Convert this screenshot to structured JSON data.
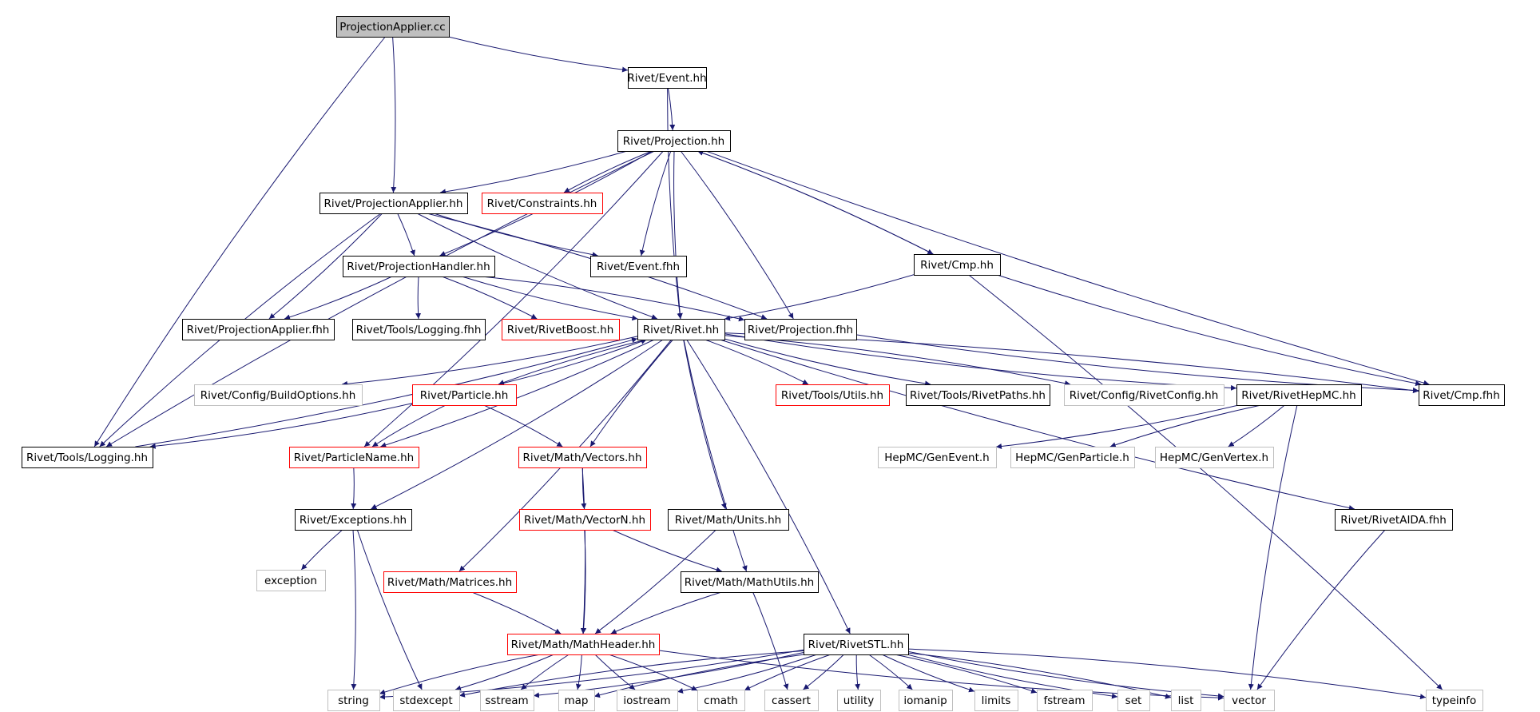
{
  "colors": {
    "edge": "#191970",
    "root_fill": "#bfbfbf",
    "documented_border": "#000000",
    "undocumented_border": "#ff0000",
    "external_border": "#bfbfbf"
  },
  "nodes": [
    {
      "id": "pa_cc",
      "label": "ProjectionApplier.cc",
      "kind": "root"
    },
    {
      "id": "event_hh",
      "label": "Rivet/Event.hh",
      "kind": "doc"
    },
    {
      "id": "projection_hh",
      "label": "Rivet/Projection.hh",
      "kind": "doc"
    },
    {
      "id": "pa_hh",
      "label": "Rivet/ProjectionApplier.hh",
      "kind": "doc"
    },
    {
      "id": "constraints_hh",
      "label": "Rivet/Constraints.hh",
      "kind": "red"
    },
    {
      "id": "ph_hh",
      "label": "Rivet/ProjectionHandler.hh",
      "kind": "doc"
    },
    {
      "id": "event_fhh",
      "label": "Rivet/Event.fhh",
      "kind": "doc"
    },
    {
      "id": "cmp_hh",
      "label": "Rivet/Cmp.hh",
      "kind": "doc"
    },
    {
      "id": "pa_fhh",
      "label": "Rivet/ProjectionApplier.fhh",
      "kind": "doc"
    },
    {
      "id": "logging_fhh",
      "label": "Rivet/Tools/Logging.fhh",
      "kind": "doc"
    },
    {
      "id": "rivetboost",
      "label": "Rivet/RivetBoost.hh",
      "kind": "red"
    },
    {
      "id": "rivet_hh",
      "label": "Rivet/Rivet.hh",
      "kind": "doc"
    },
    {
      "id": "projection_fhh",
      "label": "Rivet/Projection.fhh",
      "kind": "doc"
    },
    {
      "id": "buildoptions",
      "label": "Rivet/Config/BuildOptions.hh",
      "kind": "ext"
    },
    {
      "id": "particle_hh",
      "label": "Rivet/Particle.hh",
      "kind": "red"
    },
    {
      "id": "utils_hh",
      "label": "Rivet/Tools/Utils.hh",
      "kind": "red"
    },
    {
      "id": "rivetpaths",
      "label": "Rivet/Tools/RivetPaths.hh",
      "kind": "doc"
    },
    {
      "id": "rivetconfig",
      "label": "Rivet/Config/RivetConfig.hh",
      "kind": "ext"
    },
    {
      "id": "rivethepmc",
      "label": "Rivet/RivetHepMC.hh",
      "kind": "doc"
    },
    {
      "id": "cmp_fhh",
      "label": "Rivet/Cmp.fhh",
      "kind": "doc"
    },
    {
      "id": "logging_hh",
      "label": "Rivet/Tools/Logging.hh",
      "kind": "doc"
    },
    {
      "id": "particlename",
      "label": "Rivet/ParticleName.hh",
      "kind": "red"
    },
    {
      "id": "vectors_hh",
      "label": "Rivet/Math/Vectors.hh",
      "kind": "red"
    },
    {
      "id": "genevent",
      "label": "HepMC/GenEvent.h",
      "kind": "ext"
    },
    {
      "id": "genparticle",
      "label": "HepMC/GenParticle.h",
      "kind": "ext"
    },
    {
      "id": "genvertex",
      "label": "HepMC/GenVertex.h",
      "kind": "ext"
    },
    {
      "id": "exceptions",
      "label": "Rivet/Exceptions.hh",
      "kind": "doc"
    },
    {
      "id": "vectorn",
      "label": "Rivet/Math/VectorN.hh",
      "kind": "red"
    },
    {
      "id": "units_hh",
      "label": "Rivet/Math/Units.hh",
      "kind": "doc"
    },
    {
      "id": "rivetaida",
      "label": "Rivet/RivetAIDA.fhh",
      "kind": "doc"
    },
    {
      "id": "exception",
      "label": "exception",
      "kind": "ext"
    },
    {
      "id": "matrices",
      "label": "Rivet/Math/Matrices.hh",
      "kind": "red"
    },
    {
      "id": "mathutils",
      "label": "Rivet/Math/MathUtils.hh",
      "kind": "doc"
    },
    {
      "id": "mathheader",
      "label": "Rivet/Math/MathHeader.hh",
      "kind": "red"
    },
    {
      "id": "rivetstl",
      "label": "Rivet/RivetSTL.hh",
      "kind": "doc"
    },
    {
      "id": "string",
      "label": "string",
      "kind": "ext"
    },
    {
      "id": "stdexcept",
      "label": "stdexcept",
      "kind": "ext"
    },
    {
      "id": "sstream",
      "label": "sstream",
      "kind": "ext"
    },
    {
      "id": "map",
      "label": "map",
      "kind": "ext"
    },
    {
      "id": "iostream",
      "label": "iostream",
      "kind": "ext"
    },
    {
      "id": "cmath",
      "label": "cmath",
      "kind": "ext"
    },
    {
      "id": "cassert",
      "label": "cassert",
      "kind": "ext"
    },
    {
      "id": "utility",
      "label": "utility",
      "kind": "ext"
    },
    {
      "id": "iomanip",
      "label": "iomanip",
      "kind": "ext"
    },
    {
      "id": "limits",
      "label": "limits",
      "kind": "ext"
    },
    {
      "id": "fstream",
      "label": "fstream",
      "kind": "ext"
    },
    {
      "id": "set",
      "label": "set",
      "kind": "ext"
    },
    {
      "id": "list",
      "label": "list",
      "kind": "ext"
    },
    {
      "id": "vector",
      "label": "vector",
      "kind": "ext"
    },
    {
      "id": "typeinfo",
      "label": "typeinfo",
      "kind": "ext"
    }
  ],
  "edges": [
    [
      "pa_cc",
      "event_hh"
    ],
    [
      "pa_cc",
      "pa_hh"
    ],
    [
      "pa_cc",
      "logging_hh"
    ],
    [
      "event_hh",
      "projection_hh"
    ],
    [
      "event_hh",
      "rivet_hh"
    ],
    [
      "projection_hh",
      "pa_hh"
    ],
    [
      "projection_hh",
      "constraints_hh"
    ],
    [
      "projection_hh",
      "ph_hh"
    ],
    [
      "projection_hh",
      "event_fhh"
    ],
    [
      "projection_hh",
      "cmp_hh"
    ],
    [
      "projection_hh",
      "rivet_hh"
    ],
    [
      "projection_hh",
      "projection_fhh"
    ],
    [
      "projection_hh",
      "logging_hh"
    ],
    [
      "projection_hh",
      "particlename"
    ],
    [
      "projection_hh",
      "cmp_fhh"
    ],
    [
      "pa_hh",
      "ph_hh"
    ],
    [
      "pa_hh",
      "event_fhh"
    ],
    [
      "pa_hh",
      "pa_fhh"
    ],
    [
      "pa_hh",
      "rivet_hh"
    ],
    [
      "pa_hh",
      "projection_fhh"
    ],
    [
      "pa_hh",
      "logging_hh"
    ],
    [
      "ph_hh",
      "pa_fhh"
    ],
    [
      "ph_hh",
      "logging_fhh"
    ],
    [
      "ph_hh",
      "rivetboost"
    ],
    [
      "ph_hh",
      "rivet_hh"
    ],
    [
      "ph_hh",
      "projection_fhh"
    ],
    [
      "cmp_hh",
      "projection_hh"
    ],
    [
      "cmp_hh",
      "rivet_hh"
    ],
    [
      "cmp_hh",
      "cmp_fhh"
    ],
    [
      "cmp_hh",
      "typeinfo"
    ],
    [
      "projection_fhh",
      "cmp_fhh"
    ],
    [
      "rivet_hh",
      "buildoptions"
    ],
    [
      "rivet_hh",
      "particle_hh"
    ],
    [
      "rivet_hh",
      "utils_hh"
    ],
    [
      "rivet_hh",
      "rivetpaths"
    ],
    [
      "rivet_hh",
      "rivetconfig"
    ],
    [
      "rivet_hh",
      "rivethepmc"
    ],
    [
      "rivet_hh",
      "cmp_fhh"
    ],
    [
      "rivet_hh",
      "rivetaida"
    ],
    [
      "rivet_hh",
      "particlename"
    ],
    [
      "rivet_hh",
      "vectors_hh"
    ],
    [
      "rivet_hh",
      "exceptions"
    ],
    [
      "rivet_hh",
      "units_hh"
    ],
    [
      "rivet_hh",
      "matrices"
    ],
    [
      "rivet_hh",
      "mathutils"
    ],
    [
      "rivet_hh",
      "rivetstl"
    ],
    [
      "particle_hh",
      "rivet_hh"
    ],
    [
      "particle_hh",
      "logging_hh"
    ],
    [
      "particle_hh",
      "particlename"
    ],
    [
      "particle_hh",
      "vectors_hh"
    ],
    [
      "logging_hh",
      "rivet_hh"
    ],
    [
      "rivethepmc",
      "genevent"
    ],
    [
      "rivethepmc",
      "genparticle"
    ],
    [
      "rivethepmc",
      "genvertex"
    ],
    [
      "rivethepmc",
      "vector"
    ],
    [
      "particlename",
      "exceptions"
    ],
    [
      "vectors_hh",
      "vectorn"
    ],
    [
      "vectors_hh",
      "mathheader"
    ],
    [
      "exceptions",
      "exception"
    ],
    [
      "exceptions",
      "string"
    ],
    [
      "exceptions",
      "stdexcept"
    ],
    [
      "vectorn",
      "mathheader"
    ],
    [
      "vectorn",
      "mathutils"
    ],
    [
      "units_hh",
      "mathheader"
    ],
    [
      "rivetaida",
      "vector"
    ],
    [
      "matrices",
      "mathheader"
    ],
    [
      "mathutils",
      "mathheader"
    ],
    [
      "mathutils",
      "cassert"
    ],
    [
      "mathheader",
      "string"
    ],
    [
      "mathheader",
      "stdexcept"
    ],
    [
      "mathheader",
      "sstream"
    ],
    [
      "mathheader",
      "map"
    ],
    [
      "mathheader",
      "iostream"
    ],
    [
      "mathheader",
      "cmath"
    ],
    [
      "mathheader",
      "vector"
    ],
    [
      "rivetstl",
      "string"
    ],
    [
      "rivetstl",
      "stdexcept"
    ],
    [
      "rivetstl",
      "sstream"
    ],
    [
      "rivetstl",
      "map"
    ],
    [
      "rivetstl",
      "iostream"
    ],
    [
      "rivetstl",
      "cmath"
    ],
    [
      "rivetstl",
      "cassert"
    ],
    [
      "rivetstl",
      "utility"
    ],
    [
      "rivetstl",
      "iomanip"
    ],
    [
      "rivetstl",
      "limits"
    ],
    [
      "rivetstl",
      "fstream"
    ],
    [
      "rivetstl",
      "set"
    ],
    [
      "rivetstl",
      "list"
    ],
    [
      "rivetstl",
      "vector"
    ],
    [
      "rivetstl",
      "typeinfo"
    ]
  ]
}
